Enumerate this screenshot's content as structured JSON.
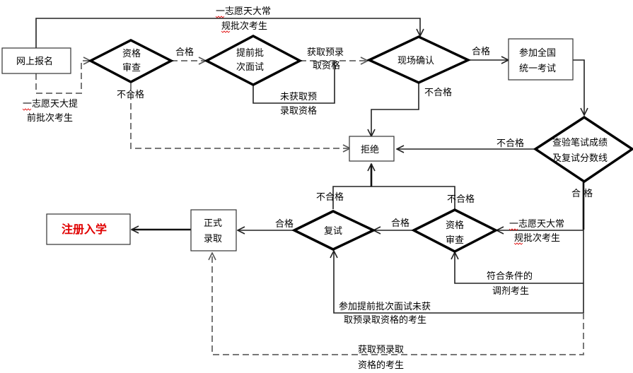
{
  "nodes": {
    "online_registration": "网上报名",
    "qualification_review_1": [
      "资格",
      "审查"
    ],
    "early_batch_interview": [
      "提前批",
      "次面试"
    ],
    "onsite_confirmation": "现场确认",
    "national_exam": [
      "参加全国",
      "统一考试"
    ],
    "reject": "拒绝",
    "check_scores": [
      "查验笔试成绩",
      "及复试分数线"
    ],
    "qualification_review_2": [
      "资格",
      "审查"
    ],
    "retest": "复试",
    "formal_admission": [
      "正式",
      "录取"
    ],
    "register_enroll": "注册入学"
  },
  "edge_labels": {
    "first_choice_regular_top": [
      "一志愿天大常",
      "规批次考生"
    ],
    "first_choice_early": [
      "一志愿天大提",
      "前批次考生"
    ],
    "pass_1": "合格",
    "fail_1": "不合格",
    "got_pre_admission": [
      "获取预录",
      "取资格"
    ],
    "not_got_pre_admission": [
      "未获取预",
      "录取资格"
    ],
    "pass_2": "合格",
    "fail_2": "不合格",
    "fail_scores": "不合格",
    "pass_scores": "合  格",
    "first_choice_regular_bottom": [
      "一志愿天大常",
      "规批次考生"
    ],
    "eligible_transfer": [
      "符合条件的",
      "调剂考生"
    ],
    "early_interview_no_pre": [
      "参加提前批次面试未获",
      "取预录取资格的考生"
    ],
    "got_pre_admission_bottom": [
      "获取预录取",
      "资格的考生"
    ],
    "pass_review_2": "合格",
    "fail_review_2": "不合格",
    "fail_retest": "不合格",
    "pass_retest": "合格"
  },
  "colors": {
    "highlight_text": "#e00000",
    "line": "#222222",
    "dashed_line": "#777777"
  }
}
